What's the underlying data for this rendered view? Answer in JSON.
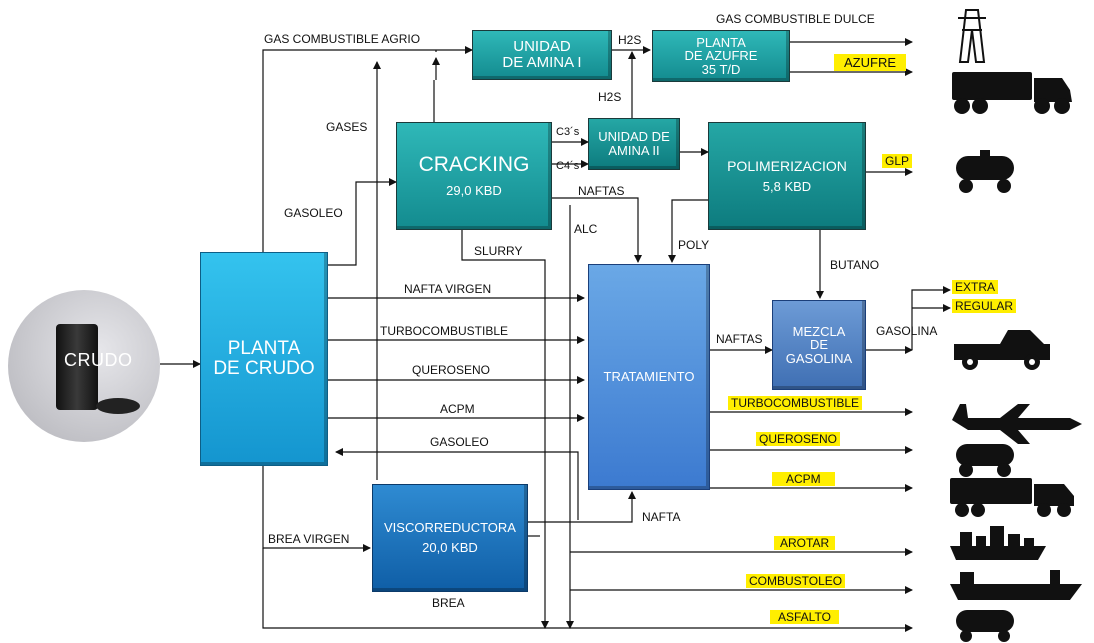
{
  "crudo": {
    "label": "CRUDO"
  },
  "units": {
    "amina1": {
      "line1": "UNIDAD",
      "line2": "DE AMINA I"
    },
    "azufre": {
      "line1": "PLANTA",
      "line2": "DE AZUFRE",
      "line3": "35 T/D"
    },
    "cracking": {
      "title": "CRACKING",
      "capacity": "29,0 KBD"
    },
    "amina2": {
      "line1": "UNIDAD DE",
      "line2": "AMINA II"
    },
    "polimerizacion": {
      "title": "POLIMERIZACION",
      "capacity": "5,8 KBD"
    },
    "planta_crudo": {
      "line1": "PLANTA",
      "line2": "DE CRUDO"
    },
    "tratamiento": {
      "title": "TRATAMIENTO"
    },
    "mezcla": {
      "line1": "MEZCLA",
      "line2": "DE",
      "line3": "GASOLINA"
    },
    "visco": {
      "title": "VISCORREDUCTORA",
      "capacity": "20,0 KBD"
    }
  },
  "flows": {
    "gas_agrio": "GAS COMBUSTIBLE AGRIO",
    "gas_dulce": "GAS COMBUSTIBLE DULCE",
    "h2s_top": "H2S",
    "h2s_mid": "H2S",
    "gases": "GASES",
    "c3": "C3´s",
    "c4": "C4´s",
    "gasoleo_up": "GASOLEO",
    "naftas_cracking": "NAFTAS",
    "slurry": "SLURRY",
    "alc": "ALC",
    "poly": "POLY",
    "butano": "BUTANO",
    "nafta_virgen": "NAFTA VIRGEN",
    "turbo_in": "TURBOCOMBUSTIBLE",
    "queroseno_in": "QUEROSENO",
    "acpm_in": "ACPM",
    "gasoleo_back": "GASOLEO",
    "naftas_trat": "NAFTAS",
    "gasolina": "GASOLINA",
    "nafta": "NAFTA",
    "brea_virgen": "BREA VIRGEN",
    "brea": "BREA"
  },
  "products": {
    "azufre": "AZUFRE",
    "glp": "GLP",
    "extra": "EXTRA",
    "regular": "REGULAR",
    "turbocombustible": "TURBOCOMBUSTIBLE",
    "queroseno": "QUEROSENO",
    "acpm": "ACPM",
    "arotar": "AROTAR",
    "combustoleo": "COMBUSTOLEO",
    "asfalto": "ASFALTO"
  },
  "colors": {
    "teal": "#1a9ea1",
    "cyan": "#29b3e8",
    "blue": "#1e73bd",
    "highlight": "#ffee00"
  },
  "icons": [
    "power-tower-icon",
    "semi-truck-icon",
    "tank-car-icon",
    "pickup-truck-icon",
    "airplane-icon",
    "tank-car-icon",
    "semi-truck-icon",
    "ship-icon",
    "tanker-ship-icon",
    "tank-car-icon"
  ]
}
